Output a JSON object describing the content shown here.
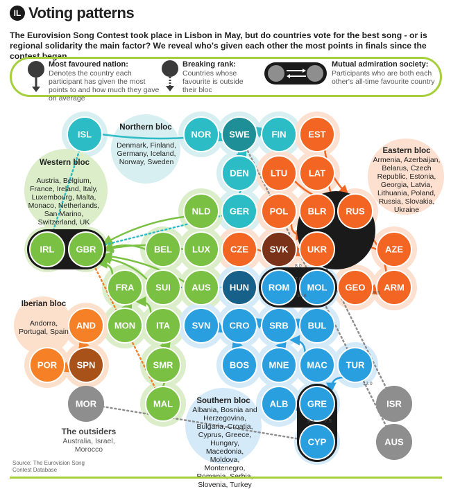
{
  "header": {
    "logo": "IL",
    "title": "Voting patterns",
    "intro": "The Eurovision Song Contest took place in Lisbon in May, but do countries vote for the best song - or is regional solidarity the main factor? We reveal who's given each other the most points in finals since the contest began"
  },
  "legend": {
    "favoured_title": "Most favoured nation:",
    "favoured_text": "Denotes the country each participant has given the most points to and how much they gave on average",
    "breaking_title": "Breaking rank:",
    "breaking_text": "Countries whose favourite is outside their bloc",
    "mutual_title": "Mutual admiration society:",
    "mutual_text": "Participants who are both each other's all-time favourite country"
  },
  "colors": {
    "northern": "#2bbcc6",
    "western": "#79c043",
    "eastern": "#f26522",
    "iberian": "#f58025",
    "southern": "#2a9fe0",
    "outsiders": "#8e8e8e",
    "legend_border": "#a6cf3c"
  },
  "blocs": {
    "northern": {
      "title": "Northern bloc",
      "members": "Denmark, Finland, Germany, Iceland, Norway, Sweden"
    },
    "western": {
      "title": "Western bloc",
      "members": "Austria, Belgium, France, Ireland, Italy, Luxembourg, Malta, Monaco, Netherlands, San Marino, Switzerland, UK"
    },
    "eastern": {
      "title": "Eastern bloc",
      "members": "Armenia, Azerbaijan, Belarus, Czech Republic, Estonia, Georgia, Latvia, Lithuania, Poland, Russia, Slovakia, Ukraine"
    },
    "iberian": {
      "title": "Iberian bloc",
      "members": "Andorra, Portugal, Spain"
    },
    "southern": {
      "title": "Southern bloc",
      "members": "Albania, Bosnia and Herzegovina, Bulgaria, Croatia, Cyprus, Greece, Hungary, Macedonia, Moldova, Montenegro, Romania, Serbia, Slovenia, Turkey"
    },
    "outsiders": {
      "title": "The outsiders",
      "members": "Australia, Israel, Morocco"
    }
  },
  "nodes": [
    {
      "code": "ISL",
      "bloc": "northern"
    },
    {
      "code": "NOR",
      "bloc": "northern"
    },
    {
      "code": "SWE",
      "bloc": "northern"
    },
    {
      "code": "FIN",
      "bloc": "northern"
    },
    {
      "code": "DEN",
      "bloc": "northern"
    },
    {
      "code": "GER",
      "bloc": "northern"
    },
    {
      "code": "EST",
      "bloc": "eastern"
    },
    {
      "code": "LTU",
      "bloc": "eastern"
    },
    {
      "code": "LAT",
      "bloc": "eastern"
    },
    {
      "code": "POL",
      "bloc": "eastern"
    },
    {
      "code": "BLR",
      "bloc": "eastern"
    },
    {
      "code": "RUS",
      "bloc": "eastern"
    },
    {
      "code": "CZE",
      "bloc": "eastern"
    },
    {
      "code": "SVK",
      "bloc": "eastern"
    },
    {
      "code": "UKR",
      "bloc": "eastern"
    },
    {
      "code": "AZE",
      "bloc": "eastern"
    },
    {
      "code": "GEO",
      "bloc": "eastern"
    },
    {
      "code": "ARM",
      "bloc": "eastern"
    },
    {
      "code": "NLD",
      "bloc": "western"
    },
    {
      "code": "IRL",
      "bloc": "western"
    },
    {
      "code": "GBR",
      "bloc": "western"
    },
    {
      "code": "BEL",
      "bloc": "western"
    },
    {
      "code": "LUX",
      "bloc": "western"
    },
    {
      "code": "FRA",
      "bloc": "western"
    },
    {
      "code": "SUI",
      "bloc": "western"
    },
    {
      "code": "AUS",
      "bloc": "western"
    },
    {
      "code": "MON",
      "bloc": "western"
    },
    {
      "code": "ITA",
      "bloc": "western"
    },
    {
      "code": "SMR",
      "bloc": "western"
    },
    {
      "code": "MAL",
      "bloc": "western"
    },
    {
      "code": "AND",
      "bloc": "iberian"
    },
    {
      "code": "POR",
      "bloc": "iberian"
    },
    {
      "code": "SPN",
      "bloc": "iberian"
    },
    {
      "code": "HUN",
      "bloc": "southern"
    },
    {
      "code": "ROM",
      "bloc": "southern"
    },
    {
      "code": "MOL",
      "bloc": "southern"
    },
    {
      "code": "SVN",
      "bloc": "southern"
    },
    {
      "code": "CRO",
      "bloc": "southern"
    },
    {
      "code": "SRB",
      "bloc": "southern"
    },
    {
      "code": "BUL",
      "bloc": "southern"
    },
    {
      "code": "BOS",
      "bloc": "southern"
    },
    {
      "code": "MNE",
      "bloc": "southern"
    },
    {
      "code": "MAC",
      "bloc": "southern"
    },
    {
      "code": "TUR",
      "bloc": "southern"
    },
    {
      "code": "ALB",
      "bloc": "southern"
    },
    {
      "code": "GRE",
      "bloc": "southern"
    },
    {
      "code": "CYP",
      "bloc": "southern"
    },
    {
      "code": "MOR",
      "bloc": "outsiders"
    },
    {
      "code": "ISR",
      "bloc": "outsiders"
    },
    {
      "code": "AUS",
      "bloc": "outsiders"
    }
  ],
  "mutual_pairs": [
    [
      "IRL",
      "GBR"
    ],
    [
      "RUS",
      "UKR"
    ],
    [
      "ROM",
      "MOL"
    ],
    [
      "GRE",
      "CYP"
    ]
  ],
  "point_labels": [
    "12.0",
    "9.3",
    "7.5",
    "7.0",
    "10.6",
    "9.5",
    "8.0"
  ],
  "source": "Source: The Eurovision Song Contest Database"
}
